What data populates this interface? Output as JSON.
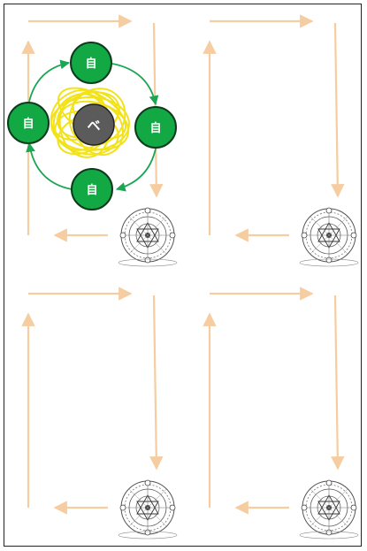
{
  "panels": [
    {
      "name": "panel-top-left",
      "has_cycle": true
    },
    {
      "name": "panel-top-right",
      "has_cycle": false
    },
    {
      "name": "panel-bottom-left",
      "has_cycle": false
    },
    {
      "name": "panel-bottom-right",
      "has_cycle": false
    }
  ],
  "cycle": {
    "center_label": "ベ",
    "node_labels": [
      "自",
      "自",
      "自",
      "自"
    ]
  },
  "colors": {
    "arrow": "#f5cda0",
    "node_fill": "#12a944",
    "node_stroke": "#0d3a1c",
    "center_fill": "#5b5b5b",
    "scribble": "#f2e21a",
    "cycle_arrow": "#1aa653",
    "emblem": "#555555"
  },
  "icons": {
    "emblem": "magic-circle-emblem-icon"
  }
}
